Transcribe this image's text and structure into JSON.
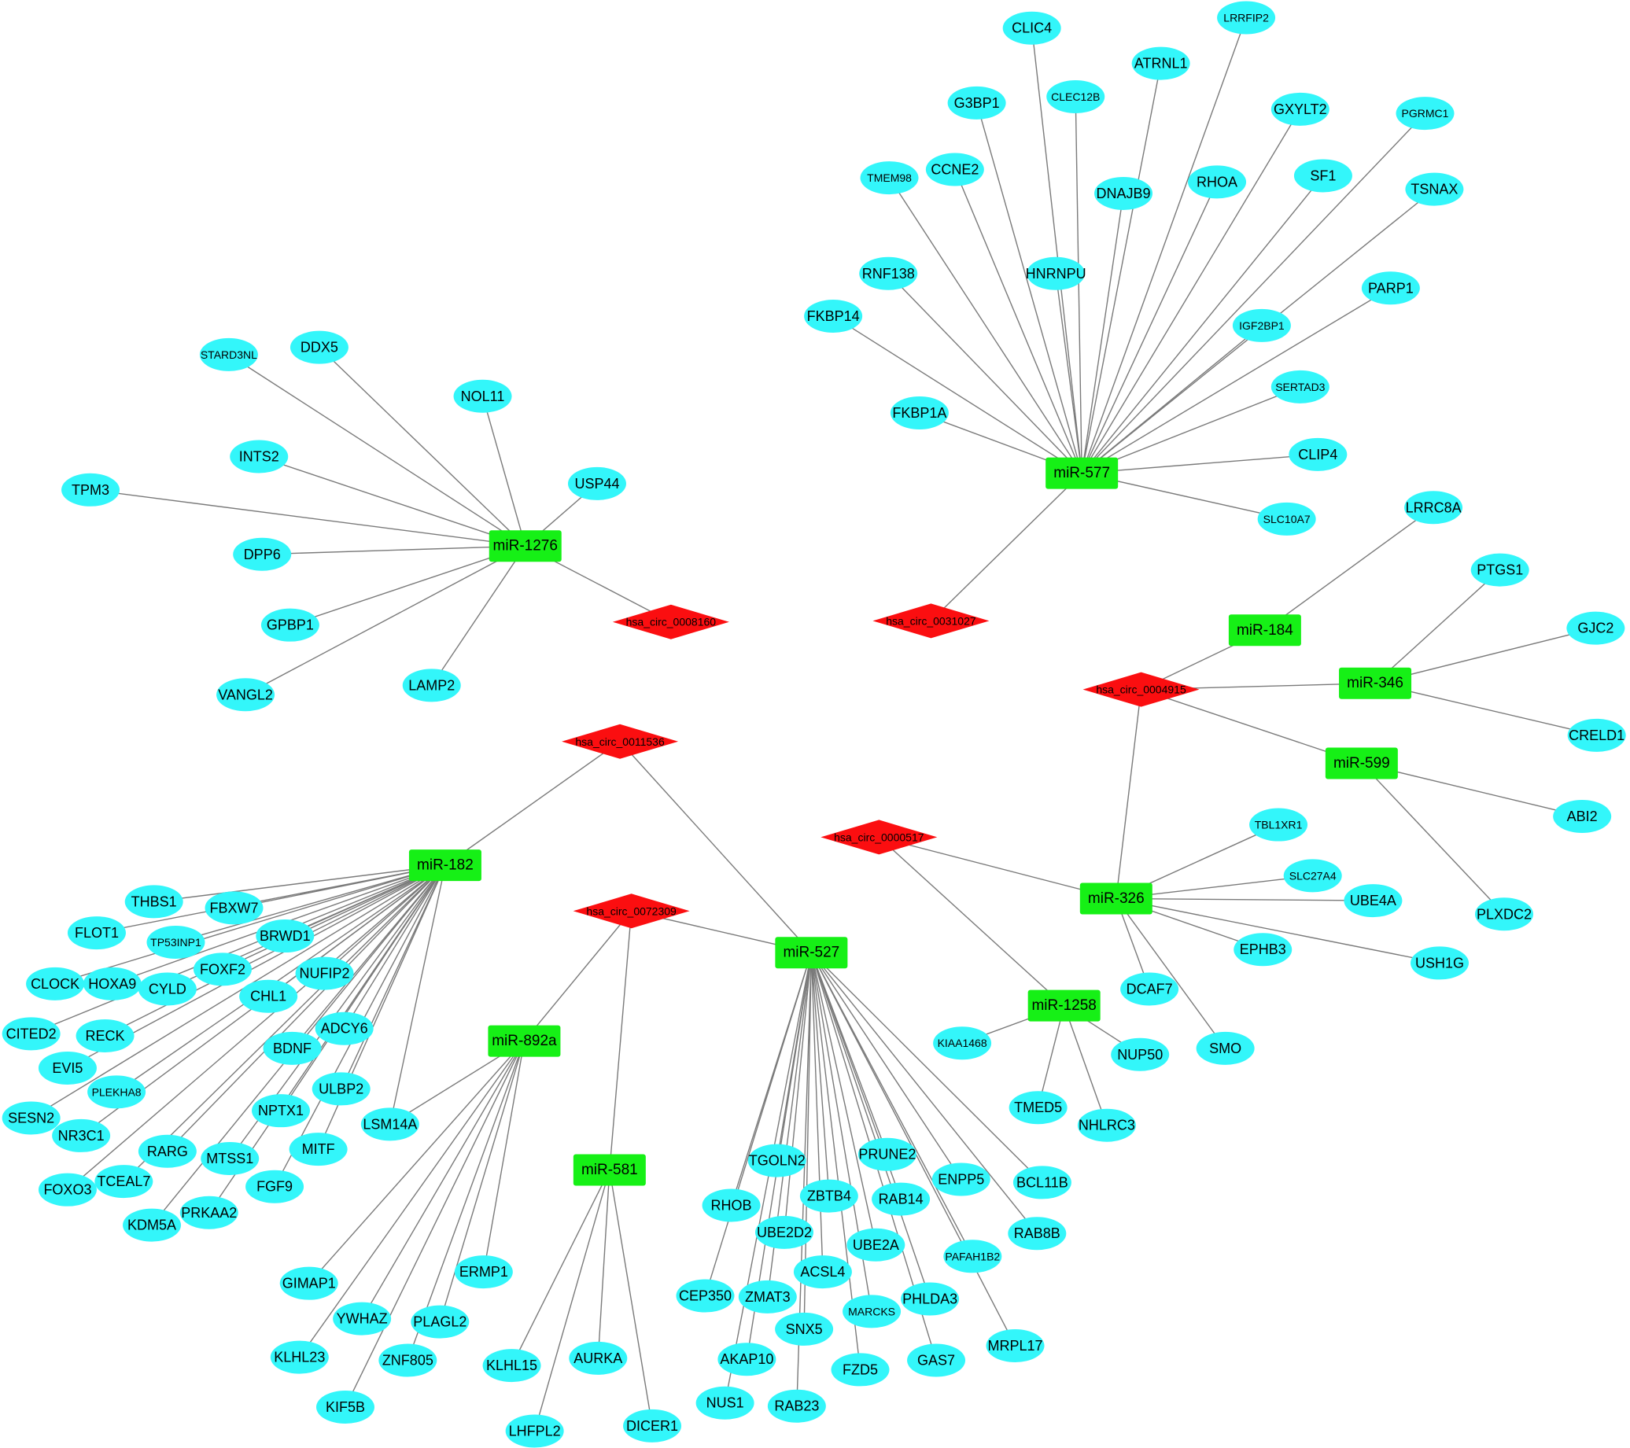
{
  "colors": {
    "gene": "#33f6fa",
    "mirna": "#16f016",
    "circrna": "#fb0e10",
    "edge": "#7a7a7a",
    "background": "#ffffff"
  },
  "circrnas": [
    "hsa_circ_0008160",
    "hsa_circ_0031027",
    "hsa_circ_0004915",
    "hsa_circ_0011536",
    "hsa_circ_0000517",
    "hsa_circ_0072309"
  ],
  "mirnas": [
    "miR-577",
    "miR-1276",
    "miR-184",
    "miR-346",
    "miR-599",
    "miR-182",
    "miR-326",
    "miR-527",
    "miR-892a",
    "miR-1258",
    "miR-581"
  ],
  "genes": [
    "LRRFIP2",
    "CLIC4",
    "ATRNL1",
    "CLEC12B",
    "G3BP1",
    "GXYLT2",
    "PGRMC1",
    "TMEM98",
    "CCNE2",
    "DNAJB9",
    "RHOA",
    "SF1",
    "TSNAX",
    "HNRNPU",
    "RNF138",
    "FKBP14",
    "PARP1",
    "IGF2BP1",
    "SERTAD3",
    "FKBP1A",
    "CLIP4",
    "SLC10A7",
    "STARD3NL",
    "DDX5",
    "NOL11",
    "INTS2",
    "USP44",
    "TPM3",
    "DPP6",
    "GPBP1",
    "LAMP2",
    "VANGL2",
    "LRRC8A",
    "PTGS1",
    "GJC2",
    "CRELD1",
    "ABI2",
    "PLXDC2",
    "TBL1XR1",
    "SLC27A4",
    "UBE4A",
    "USH1G",
    "EPHB3",
    "DCAF7",
    "SMO",
    "KIAA1468",
    "NUP50",
    "TMED5",
    "NHLRC3",
    "THBS1",
    "FBXW7",
    "FLOT1",
    "TP53INP1",
    "BRWD1",
    "CLOCK",
    "HOXA9",
    "CYLD",
    "FOXF2",
    "NUFIP2",
    "CHL1",
    "CITED2",
    "RECK",
    "ADCY6",
    "EVI5",
    "BDNF",
    "PLEKHA8",
    "ULBP2",
    "SESN2",
    "NR3C1",
    "NPTX1",
    "LSM14A",
    "RARG",
    "MITF",
    "MTSS1",
    "FOXO3",
    "TCEAL7",
    "FGF9",
    "KDM5A",
    "PRKAA2",
    "TGOLN2",
    "PRUNE2",
    "ENPP5",
    "BCL11B",
    "RHOB",
    "ZBTB4",
    "RAB14",
    "UBE2D2",
    "UBE2A",
    "PAFAH1B2",
    "RAB8B",
    "CEP350",
    "ACSL4",
    "PHLDA3",
    "ZMAT3",
    "MARCKS",
    "SNX5",
    "AKAP10",
    "FZD5",
    "GAS7",
    "MRPL17",
    "NUS1",
    "RAB23",
    "GIMAP1",
    "ERMP1",
    "YWHAZ",
    "PLAGL2",
    "KLHL23",
    "ZNF805",
    "KIF5B",
    "KLHL15",
    "AURKA",
    "LHFPL2",
    "DICER1"
  ],
  "edges": [
    [
      "miR-577",
      "hsa_circ_0031027"
    ],
    [
      "miR-577",
      "LRRFIP2"
    ],
    [
      "miR-577",
      "CLIC4"
    ],
    [
      "miR-577",
      "ATRNL1"
    ],
    [
      "miR-577",
      "CLEC12B"
    ],
    [
      "miR-577",
      "G3BP1"
    ],
    [
      "miR-577",
      "GXYLT2"
    ],
    [
      "miR-577",
      "PGRMC1"
    ],
    [
      "miR-577",
      "TMEM98"
    ],
    [
      "miR-577",
      "CCNE2"
    ],
    [
      "miR-577",
      "DNAJB9"
    ],
    [
      "miR-577",
      "RHOA"
    ],
    [
      "miR-577",
      "SF1"
    ],
    [
      "miR-577",
      "TSNAX"
    ],
    [
      "miR-577",
      "HNRNPU"
    ],
    [
      "miR-577",
      "RNF138"
    ],
    [
      "miR-577",
      "FKBP14"
    ],
    [
      "miR-577",
      "PARP1"
    ],
    [
      "miR-577",
      "IGF2BP1"
    ],
    [
      "miR-577",
      "SERTAD3"
    ],
    [
      "miR-577",
      "FKBP1A"
    ],
    [
      "miR-577",
      "CLIP4"
    ],
    [
      "miR-577",
      "SLC10A7"
    ],
    [
      "miR-1276",
      "hsa_circ_0008160"
    ],
    [
      "miR-1276",
      "STARD3NL"
    ],
    [
      "miR-1276",
      "DDX5"
    ],
    [
      "miR-1276",
      "NOL11"
    ],
    [
      "miR-1276",
      "INTS2"
    ],
    [
      "miR-1276",
      "USP44"
    ],
    [
      "miR-1276",
      "TPM3"
    ],
    [
      "miR-1276",
      "DPP6"
    ],
    [
      "miR-1276",
      "GPBP1"
    ],
    [
      "miR-1276",
      "LAMP2"
    ],
    [
      "miR-1276",
      "VANGL2"
    ],
    [
      "hsa_circ_0004915",
      "miR-184"
    ],
    [
      "hsa_circ_0004915",
      "miR-346"
    ],
    [
      "hsa_circ_0004915",
      "miR-599"
    ],
    [
      "hsa_circ_0004915",
      "miR-326"
    ],
    [
      "miR-184",
      "LRRC8A"
    ],
    [
      "miR-346",
      "PTGS1"
    ],
    [
      "miR-346",
      "GJC2"
    ],
    [
      "miR-346",
      "CRELD1"
    ],
    [
      "miR-599",
      "ABI2"
    ],
    [
      "miR-599",
      "PLXDC2"
    ],
    [
      "hsa_circ_0000517",
      "miR-326"
    ],
    [
      "hsa_circ_0000517",
      "miR-1258"
    ],
    [
      "miR-326",
      "TBL1XR1"
    ],
    [
      "miR-326",
      "SLC27A4"
    ],
    [
      "miR-326",
      "UBE4A"
    ],
    [
      "miR-326",
      "USH1G"
    ],
    [
      "miR-326",
      "EPHB3"
    ],
    [
      "miR-326",
      "DCAF7"
    ],
    [
      "miR-326",
      "SMO"
    ],
    [
      "miR-1258",
      "KIAA1468"
    ],
    [
      "miR-1258",
      "NUP50"
    ],
    [
      "miR-1258",
      "TMED5"
    ],
    [
      "miR-1258",
      "NHLRC3"
    ],
    [
      "hsa_circ_0011536",
      "miR-182"
    ],
    [
      "hsa_circ_0011536",
      "miR-527"
    ],
    [
      "hsa_circ_0072309",
      "miR-527"
    ],
    [
      "hsa_circ_0072309",
      "miR-892a"
    ],
    [
      "hsa_circ_0072309",
      "miR-581"
    ],
    [
      "miR-182",
      "THBS1"
    ],
    [
      "miR-182",
      "FBXW7"
    ],
    [
      "miR-182",
      "FLOT1"
    ],
    [
      "miR-182",
      "TP53INP1"
    ],
    [
      "miR-182",
      "BRWD1"
    ],
    [
      "miR-182",
      "CLOCK"
    ],
    [
      "miR-182",
      "HOXA9"
    ],
    [
      "miR-182",
      "CYLD"
    ],
    [
      "miR-182",
      "FOXF2"
    ],
    [
      "miR-182",
      "NUFIP2"
    ],
    [
      "miR-182",
      "CHL1"
    ],
    [
      "miR-182",
      "CITED2"
    ],
    [
      "miR-182",
      "RECK"
    ],
    [
      "miR-182",
      "ADCY6"
    ],
    [
      "miR-182",
      "EVI5"
    ],
    [
      "miR-182",
      "BDNF"
    ],
    [
      "miR-182",
      "PLEKHA8"
    ],
    [
      "miR-182",
      "ULBP2"
    ],
    [
      "miR-182",
      "SESN2"
    ],
    [
      "miR-182",
      "NR3C1"
    ],
    [
      "miR-182",
      "NPTX1"
    ],
    [
      "miR-182",
      "LSM14A"
    ],
    [
      "miR-182",
      "RARG"
    ],
    [
      "miR-182",
      "MITF"
    ],
    [
      "miR-182",
      "MTSS1"
    ],
    [
      "miR-182",
      "FOXO3"
    ],
    [
      "miR-182",
      "TCEAL7"
    ],
    [
      "miR-182",
      "FGF9"
    ],
    [
      "miR-182",
      "KDM5A"
    ],
    [
      "miR-182",
      "PRKAA2"
    ],
    [
      "miR-527",
      "TGOLN2"
    ],
    [
      "miR-527",
      "PRUNE2"
    ],
    [
      "miR-527",
      "ENPP5"
    ],
    [
      "miR-527",
      "BCL11B"
    ],
    [
      "miR-527",
      "RHOB"
    ],
    [
      "miR-527",
      "ZBTB4"
    ],
    [
      "miR-527",
      "RAB14"
    ],
    [
      "miR-527",
      "UBE2D2"
    ],
    [
      "miR-527",
      "UBE2A"
    ],
    [
      "miR-527",
      "PAFAH1B2"
    ],
    [
      "miR-527",
      "RAB8B"
    ],
    [
      "miR-527",
      "CEP350"
    ],
    [
      "miR-527",
      "ACSL4"
    ],
    [
      "miR-527",
      "PHLDA3"
    ],
    [
      "miR-527",
      "ZMAT3"
    ],
    [
      "miR-527",
      "MARCKS"
    ],
    [
      "miR-527",
      "SNX5"
    ],
    [
      "miR-527",
      "AKAP10"
    ],
    [
      "miR-527",
      "FZD5"
    ],
    [
      "miR-527",
      "GAS7"
    ],
    [
      "miR-527",
      "MRPL17"
    ],
    [
      "miR-527",
      "NUS1"
    ],
    [
      "miR-527",
      "RAB23"
    ],
    [
      "miR-892a",
      "LSM14A"
    ],
    [
      "miR-892a",
      "GIMAP1"
    ],
    [
      "miR-892a",
      "ERMP1"
    ],
    [
      "miR-892a",
      "YWHAZ"
    ],
    [
      "miR-892a",
      "PLAGL2"
    ],
    [
      "miR-892a",
      "KLHL23"
    ],
    [
      "miR-892a",
      "ZNF805"
    ],
    [
      "miR-892a",
      "KIF5B"
    ],
    [
      "miR-581",
      "KLHL15"
    ],
    [
      "miR-581",
      "AURKA"
    ],
    [
      "miR-581",
      "LHFPL2"
    ],
    [
      "miR-581",
      "DICER1"
    ]
  ]
}
